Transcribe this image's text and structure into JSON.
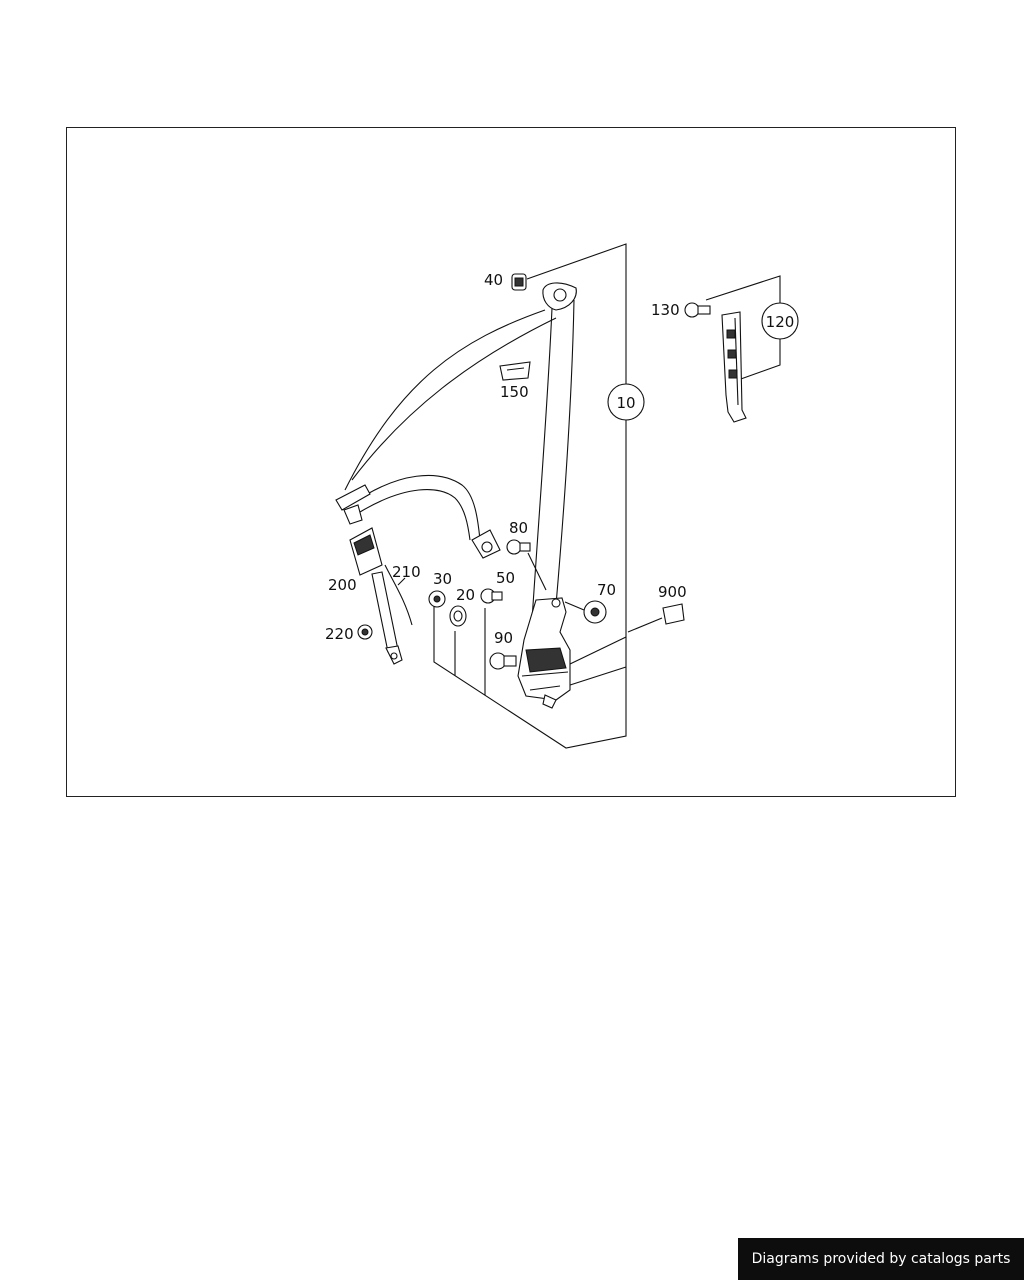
{
  "diagram": {
    "callouts": {
      "p10": "10",
      "p20": "20",
      "p30": "30",
      "p40": "40",
      "p50": "50",
      "p70": "70",
      "p80": "80",
      "p90": "90",
      "p120": "120",
      "p130": "130",
      "p150": "150",
      "p200": "200",
      "p210": "210",
      "p220": "220",
      "p900": "900"
    }
  },
  "footer": {
    "attribution": "Diagrams provided by catalogs parts"
  },
  "colors": {
    "line": "#111111",
    "footer_bg": "#0d0d0d",
    "footer_text": "#ffffff"
  }
}
